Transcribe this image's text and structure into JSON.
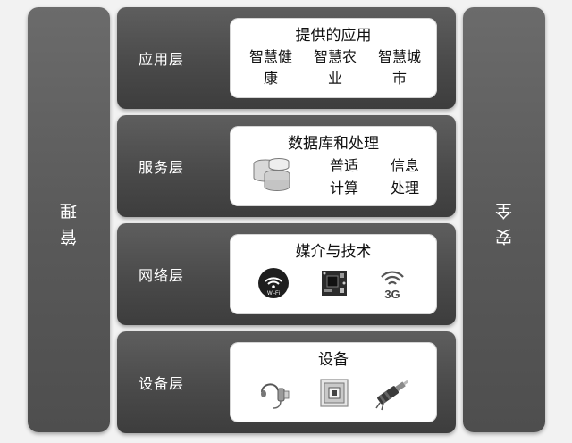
{
  "side": {
    "left_label": "管理",
    "right_label": "安全"
  },
  "layers": {
    "app": {
      "label": "应用层",
      "panel_title": "提供的应用",
      "items": [
        "智慧健康",
        "智慧农业",
        "智慧城市"
      ]
    },
    "service": {
      "label": "服务层",
      "panel_title": "数据库和处理",
      "items": [
        "普适",
        "信息",
        "计算",
        "处理"
      ]
    },
    "network": {
      "label": "网络层",
      "panel_title": "媒介与技术",
      "icon_text": {
        "wifi": "Wi-Fi",
        "cellular": "3G"
      }
    },
    "device": {
      "label": "设备层",
      "panel_title": "设备"
    }
  },
  "icons": [
    "database-icon",
    "wifi-icon",
    "circuit-board-icon",
    "cellular-3g-icon",
    "earpiece-sensor-icon",
    "chip-icon",
    "actuator-sensor-icon"
  ]
}
